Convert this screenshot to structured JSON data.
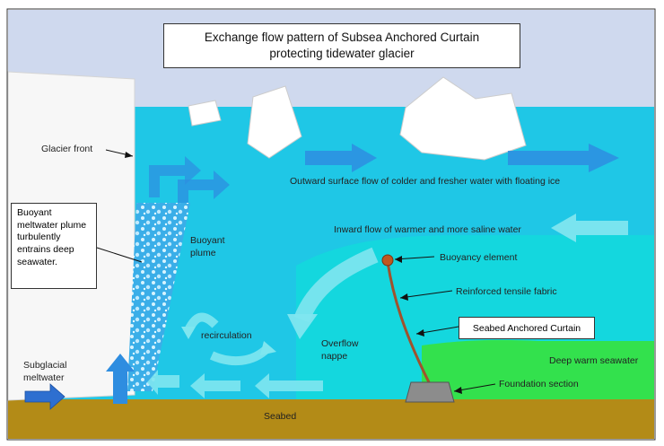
{
  "title": {
    "line1": "Exchange flow pattern of Subsea Anchored Curtain",
    "line2": "protecting tidewater glacier"
  },
  "labels": {
    "glacier_front": "Glacier front",
    "buoyant_note": "Buoyant meltwater plume turbulently entrains deep seawater.",
    "buoyant_plume_1": "Buoyant",
    "buoyant_plume_2": "plume",
    "outward_flow": "Outward surface flow of colder and fresher water with floating ice",
    "inward_flow": "Inward flow of warmer and more saline water",
    "buoyancy_element": "Buoyancy element",
    "reinforced_fabric": "Reinforced tensile fabric",
    "seabed_curtain": "Seabed Anchored Curtain",
    "recirculation": "recirculation",
    "overflow_1": "Overflow",
    "overflow_2": "nappe",
    "deep_warm": "Deep warm seawater",
    "subglacial_1": "Subglacial",
    "subglacial_2": "meltwater",
    "foundation": "Foundation section",
    "seabed": "Seabed"
  },
  "colors": {
    "sky": "#cfd9ee",
    "surface_water": "#1fc7e6",
    "mid_water": "#0fe0d8",
    "deep_green": "#33e14d",
    "seabed": "#b38b17",
    "glacier": "#f7f7f7",
    "arrow_blue": "#2e8de0",
    "curtain": "#a0522d",
    "buoy": "#c0571f",
    "foundation": "#8c8c8c"
  }
}
